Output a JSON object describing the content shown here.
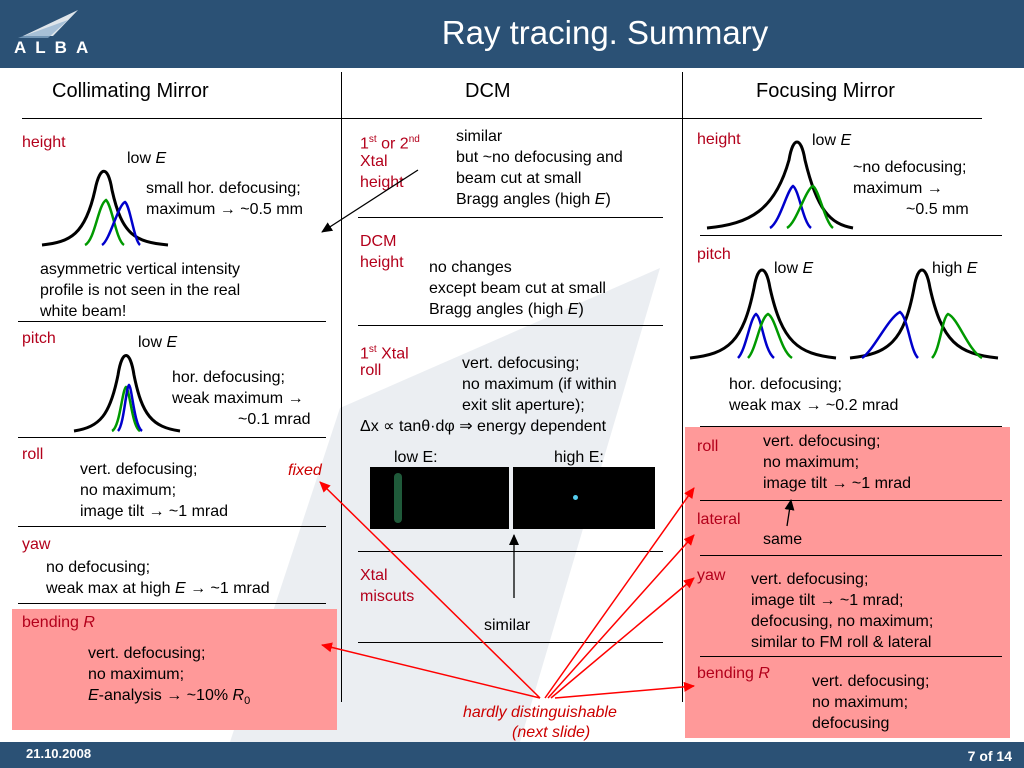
{
  "header": {
    "title": "Ray tracing. Summary",
    "logo_text": "ALBA"
  },
  "footer": {
    "date": "21.10.2008",
    "page": "7 of 14"
  },
  "columns": {
    "left": "Collimating Mirror",
    "middle": "DCM",
    "right": "Focusing Mirror"
  },
  "cm": {
    "height_label": "height",
    "height_plot_label": "low ",
    "height_plot_label_e": "E",
    "height_text1": "small hor. defocusing;",
    "height_text2": "maximum → ~0.5 mm",
    "asym_text1": "asymmetric vertical intensity",
    "asym_text2": "profile is not seen in the real",
    "asym_text3": "white beam!",
    "pitch_label": "pitch",
    "pitch_plot_label": "low ",
    "pitch_plot_label_e": "E",
    "pitch_text1": "hor. defocusing;",
    "pitch_text2": "weak maximum →",
    "pitch_text3": "~0.1 mrad",
    "roll_label": "roll",
    "roll_text1": "vert. defocusing;",
    "roll_text2": "no maximum;",
    "roll_text3": "image tilt → ~1 mrad",
    "fixed_note": "fixed",
    "yaw_label": "yaw",
    "yaw_text1": "no defocusing;",
    "yaw_text2a": "weak max at high ",
    "yaw_text2e": "E",
    "yaw_text2b": " → ~1 mrad",
    "bending_label": "bending ",
    "bending_label_r": "R",
    "bending_text1": "vert. defocusing;",
    "bending_text2": "no maximum;",
    "bending_text3a": "E",
    "bending_text3b": "-analysis → ~10% ",
    "bending_text3r": "R",
    "bending_text3sub": "0"
  },
  "dcm": {
    "xtal_label_1": "1",
    "xtal_label_st": "st",
    "xtal_label_or": " or 2",
    "xtal_label_nd": "nd",
    "xtal_label_2": "Xtal",
    "xtal_label_3": "height",
    "xtal_text1": "similar",
    "xtal_text2": "but ~no defocusing and",
    "xtal_text3": "beam cut at small",
    "xtal_text4a": "Bragg angles (high ",
    "xtal_text4e": "E",
    "xtal_text4b": ")",
    "dcm_height_label1": "DCM",
    "dcm_height_label2": "height",
    "dcm_height_text1": "no changes",
    "dcm_height_text2": "except beam cut at small",
    "dcm_height_text3a": "Bragg angles (high ",
    "dcm_height_text3e": "E",
    "dcm_height_text3b": ")",
    "roll_label_1": "1",
    "roll_label_st": "st",
    "roll_label_x": " Xtal",
    "roll_label_2": "roll",
    "roll_text1": "vert. defocusing;",
    "roll_text2": "no maximum (if within",
    "roll_text3": "exit slit aperture);",
    "roll_formula": "Δx ∝ tanθ·dφ ⇒ energy dependent",
    "low_e": "low E:",
    "high_e": "high E:",
    "miscut_label1": "Xtal",
    "miscut_label2": "miscuts",
    "miscut_text": "similar",
    "hardly_note1": "hardly distinguishable",
    "hardly_note2": "(next slide)"
  },
  "fm": {
    "height_label": "height",
    "height_plot_label": "low ",
    "height_plot_label_e": "E",
    "height_text1": "~no defocusing;",
    "height_text2": "maximum →",
    "height_text3": "~0.5 mm",
    "pitch_label": "pitch",
    "pitch_low": "low ",
    "pitch_low_e": "E",
    "pitch_high": "high ",
    "pitch_high_e": "E",
    "pitch_text1": "hor. defocusing;",
    "pitch_text2": "weak max → ~0.2 mrad",
    "roll_label": "roll",
    "roll_text1": "vert. defocusing;",
    "roll_text2": "no maximum;",
    "roll_text3": "image tilt → ~1 mrad",
    "lateral_label": "lateral",
    "lateral_text": "same",
    "yaw_label": "yaw",
    "yaw_text1": "vert. defocusing;",
    "yaw_text2": "image tilt → ~1 mrad;",
    "yaw_text3": "defocusing, no maximum;",
    "yaw_text4": "similar to FM roll & lateral",
    "bending_label": "bending ",
    "bending_label_r": "R",
    "bending_text1": "vert. defocusing;",
    "bending_text2": "no maximum;",
    "bending_text3": "defocusing"
  },
  "colors": {
    "header_bg": "#2b5175",
    "label_red": "#b3001b",
    "highlight_pink": "#ff9999",
    "arrow_red": "#ff0000",
    "curve_black": "#000000",
    "curve_blue": "#0000cc",
    "curve_green": "#009900"
  }
}
